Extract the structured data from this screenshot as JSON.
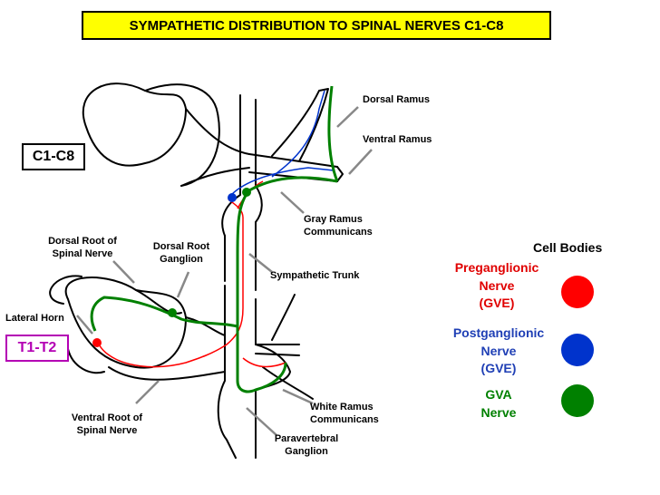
{
  "title": "SYMPATHETIC DISTRIBUTION TO SPINAL NERVES C1-C8",
  "levels": {
    "upper": "C1-C8",
    "lower": "T1-T2"
  },
  "labels": {
    "dorsal_ramus": "Dorsal  Ramus",
    "ventral_ramus": "Ventral  Ramus",
    "gray_ramus": [
      "Gray  Ramus",
      "Communicans"
    ],
    "sympathetic_trunk": "Sympathetic Trunk",
    "dorsal_root_spinal_nerve": [
      "Dorsal Root of",
      "Spinal Nerve"
    ],
    "dorsal_root_ganglion": [
      "Dorsal Root",
      "Ganglion"
    ],
    "lateral_horn": "Lateral Horn",
    "ventral_root_spinal_nerve": [
      "Ventral Root of",
      "Spinal Nerve"
    ],
    "white_ramus": [
      "White Ramus",
      "Communicans"
    ],
    "paravertebral_ganglion": [
      "Paravertebral",
      "Ganglion"
    ]
  },
  "legend": {
    "heading": "Cell Bodies",
    "items": [
      {
        "lines": [
          "Preganglionic",
          "Nerve",
          "(GVE)"
        ],
        "color": "#ff0000"
      },
      {
        "lines": [
          "Postganglionic",
          "Nerve",
          "(GVE)"
        ],
        "color": "#0033cc"
      },
      {
        "lines": [
          "GVA",
          "Nerve"
        ],
        "color": "#008000"
      }
    ]
  }
}
